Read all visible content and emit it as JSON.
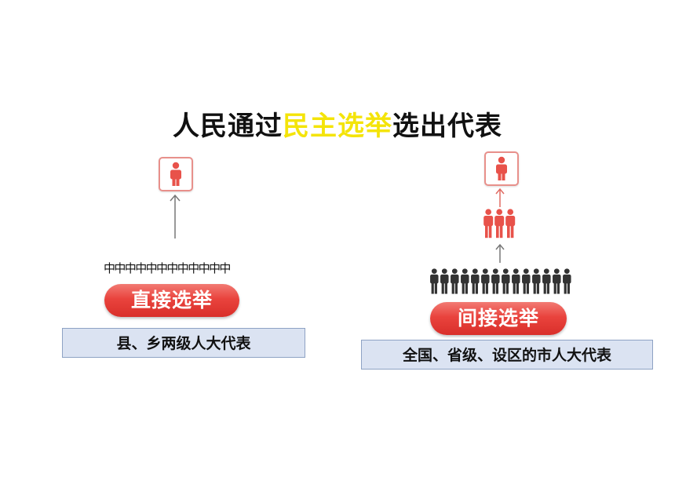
{
  "title": {
    "prefix": "人民通过",
    "highlight": "民主选举",
    "suffix": "选出代表"
  },
  "direct": {
    "voters_text": "中中中中中中中中中中中中",
    "pill_label": "直接选举",
    "level_label": "县、乡两级人大代表"
  },
  "indirect": {
    "pill_label": "间接选举",
    "level_label": "全国、省级、设区的市人大代表"
  },
  "colors": {
    "highlight": "#f4e409",
    "pill_red": "#e9433d",
    "person_red": "#e8524a",
    "person_dark": "#333333",
    "label_bg": "#dbe3f2"
  }
}
